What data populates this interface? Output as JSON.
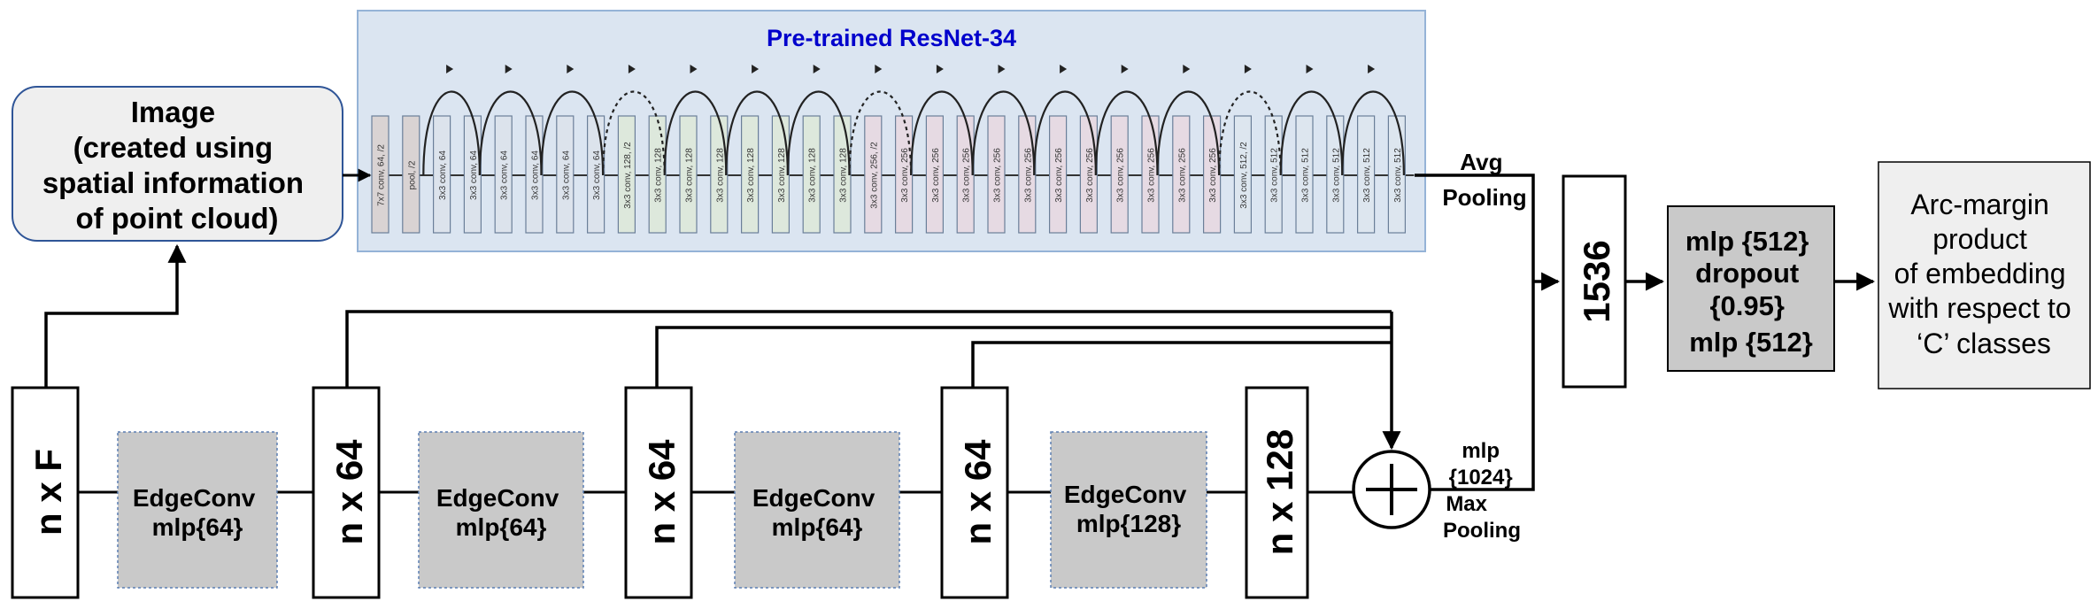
{
  "resnet": {
    "title": "Pre-trained ResNet-34",
    "layers": [
      "7x7 conv, 64, /2",
      "pool, /2",
      "3x3 conv, 64",
      "3x3 conv, 64",
      "3x3 conv, 64",
      "3x3 conv, 64",
      "3x3 conv, 64",
      "3x3 conv, 64",
      "3x3 conv, 128, /2",
      "3x3 conv, 128",
      "3x3 conv, 128",
      "3x3 conv, 128",
      "3x3 conv, 128",
      "3x3 conv, 128",
      "3x3 conv, 128",
      "3x3 conv, 128",
      "3x3 conv, 256, /2",
      "3x3 conv, 256",
      "3x3 conv, 256",
      "3x3 conv, 256",
      "3x3 conv, 256",
      "3x3 conv, 256",
      "3x3 conv, 256",
      "3x3 conv, 256",
      "3x3 conv, 256",
      "3x3 conv, 256",
      "3x3 conv, 256",
      "3x3 conv, 256",
      "3x3 conv, 512, /2",
      "3x3 conv, 512",
      "3x3 conv, 512",
      "3x3 conv, 512",
      "3x3 conv, 512",
      "3x3 conv, 512"
    ],
    "colors": {
      "panel_fill": "#dbe5f1",
      "panel_stroke": "#95b3d7",
      "title": "#0000cc",
      "stem": "#d9d3d3",
      "c64": "#dce3ec",
      "c128": "#dde8dc",
      "c256": "#e6dae3",
      "c512": "#dde6ef"
    }
  },
  "image_box": {
    "lines": [
      "Image",
      "(created using",
      "spatial information",
      "of point cloud)"
    ]
  },
  "avg_pooling": {
    "line1": "Avg",
    "line2": "Pooling"
  },
  "concat_label": "1536",
  "mlp_box": {
    "lines": [
      "mlp {512}",
      "dropout",
      "{0.95}",
      "mlp {512}"
    ]
  },
  "arc_box": {
    "lines": [
      "Arc-margin",
      "product",
      "of embedding",
      "with respect to",
      "‘C’ classes"
    ]
  },
  "features": [
    "n x F",
    "n x 64",
    "n x 64",
    "n x 64",
    "n x 128"
  ],
  "edgeconvs": [
    {
      "line1": "EdgeConv",
      "line2": "mlp{64}"
    },
    {
      "line1": "EdgeConv",
      "line2": "mlp{64}"
    },
    {
      "line1": "EdgeConv",
      "line2": "mlp{64}"
    },
    {
      "line1": "EdgeConv",
      "line2": "mlp{128}"
    }
  ],
  "max_pooling": {
    "line1": "mlp",
    "line2": "{1024}",
    "line3": "Max",
    "line4": "Pooling"
  }
}
